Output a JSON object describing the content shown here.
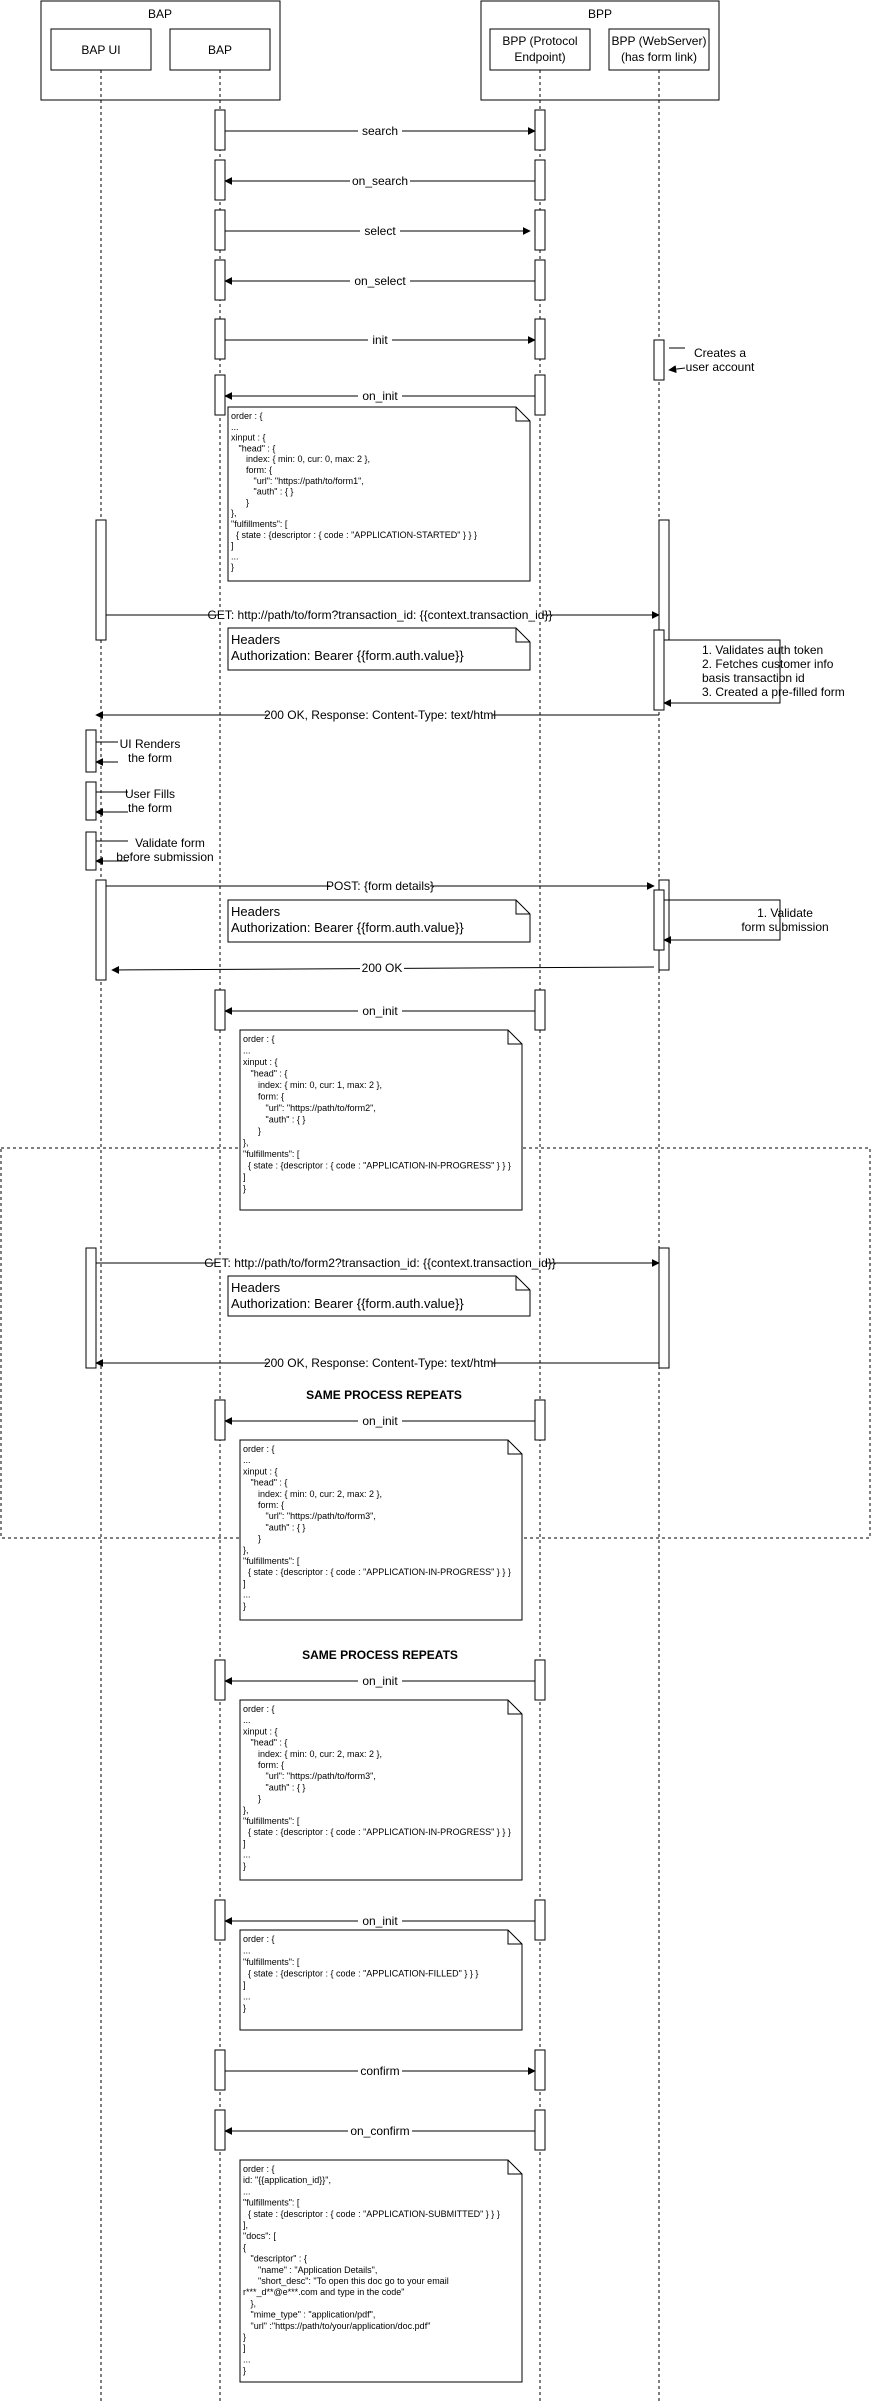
{
  "groups": {
    "bap": "BAP",
    "bpp": "BPP"
  },
  "participants": {
    "bap_ui": "BAP UI",
    "bap": "BAP",
    "bpp_protocol": [
      "BPP (Protocol",
      "Endpoint)"
    ],
    "bpp_webserver": [
      "BPP (WebServer)",
      "(has form link)"
    ]
  },
  "messages": {
    "search": "search",
    "on_search": "on_search",
    "select": "select",
    "on_select": "on_select",
    "init": "init",
    "on_init_1": "on_init",
    "get_form1": "GET: http://path/to/form?transaction_id: {{context.transaction_id}}",
    "response_1": "200 OK, Response: Content-Type: text/html",
    "post_form": "POST: {form details}",
    "ok_200": "200 OK",
    "on_init_2": "on_init",
    "get_form2": "GET: http://path/to/form2?transaction_id: {{context.transaction_id}}",
    "response_2": "200 OK, Response: Content-Type: text/html",
    "on_init_3": "on_init",
    "on_init_4": "on_init",
    "on_init_5": "on_init",
    "confirm": "confirm",
    "on_confirm": "on_confirm"
  },
  "self_notes": {
    "creates_account": [
      "Creates a",
      "user account"
    ],
    "validates": [
      "1. Validates auth token",
      "2. Fetches customer info",
      "basis transaction id",
      "3. Created a pre-filled form"
    ],
    "ui_renders": [
      "UI Renders",
      "the form"
    ],
    "user_fills": [
      "User Fills",
      "the form"
    ],
    "validate_form": [
      "Validate form",
      "before submission"
    ],
    "validate_submission": [
      "1. Validate",
      "form submission"
    ]
  },
  "repeat_labels": {
    "first": "SAME PROCESS REPEATS",
    "second": "SAME PROCESS REPEATS"
  },
  "notes": {
    "on_init_1": [
      "order : {",
      "...",
      "xinput : {",
      "   \"head\" : {",
      "      index: { min: 0, cur: 0, max: 2 },",
      "      form: {",
      "         \"url\": \"https://path/to/form1\",",
      "         \"auth\" : { }",
      "      }",
      "},",
      "\"fulfillments\": [",
      "  { state : {descriptor : { code : \"APPLICATION-STARTED\" } } }",
      "]",
      "...",
      "}"
    ],
    "headers_1": [
      "Headers",
      "Authorization: Bearer {{form.auth.value}}"
    ],
    "headers_2": [
      "Headers",
      "Authorization: Bearer {{form.auth.value}}"
    ],
    "on_init_2": [
      "order : {",
      "...",
      "xinput : {",
      "   \"head\" : {",
      "      index: { min: 0, cur: 1, max: 2 },",
      "      form: {",
      "         \"url\": \"https://path/to/form2\",",
      "         \"auth\" : { }",
      "      }",
      "},",
      "\"fulfillments\": [",
      "  { state : {descriptor : { code : \"APPLICATION-IN-PROGRESS\" } } }",
      "]",
      "}"
    ],
    "headers_3": [
      "Headers",
      "Authorization: Bearer {{form.auth.value}}"
    ],
    "on_init_3": [
      "order : {",
      "...",
      "xinput : {",
      "   \"head\" : {",
      "      index: { min: 0, cur: 2, max: 2 },",
      "      form: {",
      "         \"url\": \"https://path/to/form3\",",
      "         \"auth\" : { }",
      "      }",
      "},",
      "\"fulfillments\": [",
      "  { state : {descriptor : { code : \"APPLICATION-IN-PROGRESS\" } } }",
      "]",
      "...",
      "}"
    ],
    "on_init_4": [
      "order : {",
      "...",
      "xinput : {",
      "   \"head\" : {",
      "      index: { min: 0, cur: 2, max: 2 },",
      "      form: {",
      "         \"url\": \"https://path/to/form3\",",
      "         \"auth\" : { }",
      "      }",
      "},",
      "\"fulfillments\": [",
      "  { state : {descriptor : { code : \"APPLICATION-IN-PROGRESS\" } } }",
      "]",
      "...",
      "}"
    ],
    "on_init_5": [
      "order : {",
      "...",
      "\"fulfillments\": [",
      "  { state : {descriptor : { code : \"APPLICATION-FILLED\" } } }",
      "]",
      "...",
      "}"
    ],
    "on_confirm": [
      "order : {",
      "id: \"{{application_id}}\",",
      "...",
      "\"fulfillments\": [",
      "  { state : {descriptor : { code : \"APPLICATION-SUBMITTED\" } } }",
      "],",
      "\"docs\": [",
      "{",
      "   \"descriptor\" : {",
      "      \"name\" : \"Application Details\",",
      "      \"short_desc\": \"To open this doc go to your email",
      "r***_d**@e***.com and type in the code\"",
      "   },",
      "   \"mime_type\" : \"application/pdf\",",
      "   \"url\" :\"https://path/to/your/application/doc.pdf\"",
      "}",
      "]",
      "...",
      "}"
    ]
  }
}
